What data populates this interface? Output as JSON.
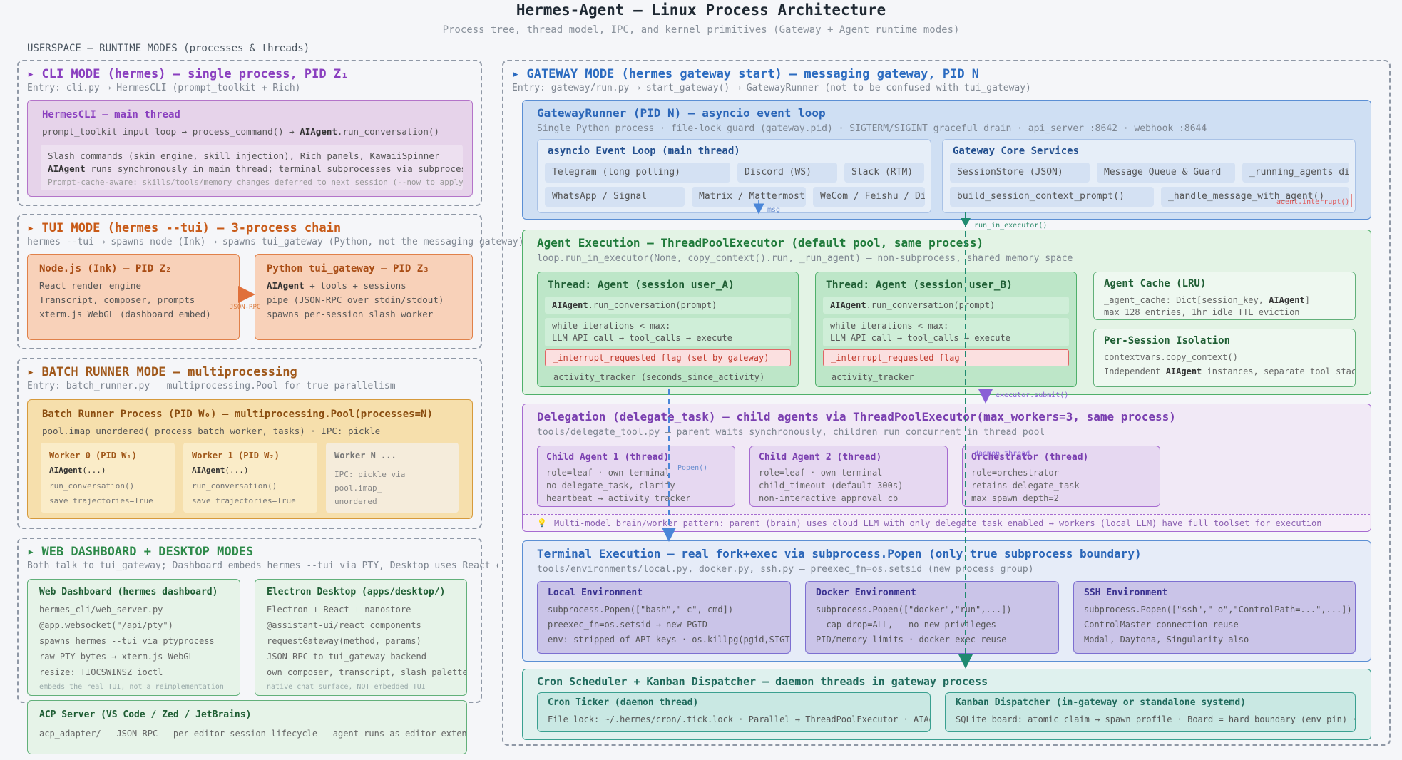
{
  "header": {
    "title": "Hermes-Agent — Linux Process Architecture",
    "subtitle": "Process tree, thread model, IPC, and kernel primitives (Gateway + Agent runtime modes)",
    "userspace": "USERSPACE — RUNTIME MODES (processes & threads)"
  },
  "cli": {
    "title": "▸ CLI MODE (hermes) — single process, PID Z₁",
    "entry": "Entry: cli.py → HermesCLI (prompt_toolkit + Rich)",
    "main_title": "HermesCLI — main thread",
    "main_line_pre": "prompt_toolkit input loop → process_command() → ",
    "main_line_bold": "AIAgent",
    "main_line_post": ".run_conversation()",
    "detail1": "Slash commands (skin engine, skill injection), Rich panels, KawaiiSpinner",
    "detail2_bold": "AIAgent",
    "detail2_post": " runs synchronously in main thread; terminal subprocesses via subprocess.Popen",
    "detail3": "Prompt-cache-aware: skills/tools/memory changes deferred to next session (--now to apply immediately)"
  },
  "tui": {
    "title": "▸ TUI MODE (hermes --tui) — 3-process chain",
    "entry": "hermes --tui → spawns node (Ink) → spawns tui_gateway (Python, not the messaging gateway)",
    "node_title": "Node.js (Ink) — PID Z₂",
    "node_lines": [
      "React render engine",
      "Transcript, composer, prompts",
      "xterm.js WebGL (dashboard embed)"
    ],
    "py_title": "Python tui_gateway — PID Z₃",
    "py_line1_bold": "AIAgent",
    "py_line1_post": " + tools + sessions",
    "py_lines": [
      "pipe (JSON-RPC over stdin/stdout)",
      "spawns per-session slash_worker"
    ],
    "link_label": "JSON-RPC"
  },
  "batch": {
    "title": "▸ BATCH RUNNER MODE — multiprocessing",
    "entry": "Entry: batch_runner.py — multiprocessing.Pool for true parallelism",
    "proc_title": "Batch Runner Process (PID W₀) — multiprocessing.Pool(processes=N)",
    "proc_line": "pool.imap_unordered(_process_batch_worker, tasks) · IPC: pickle",
    "workers": [
      {
        "title": "Worker 0 (PID W₁)",
        "bold": "AIAgent",
        "post": "(...)",
        "lines": [
          "run_conversation()",
          "save_trajectories=True"
        ]
      },
      {
        "title": "Worker 1 (PID W₂)",
        "bold": "AIAgent",
        "post": "(...)",
        "lines": [
          "run_conversation()",
          "save_trajectories=True"
        ]
      }
    ],
    "workerN_title": "Worker N ...",
    "workerN_lines": [
      "IPC: pickle via",
      "pool.imap_",
      "unordered"
    ]
  },
  "web": {
    "title": "▸ WEB DASHBOARD + DESKTOP MODES",
    "entry": "Both talk to tui_gateway; Dashboard embeds hermes --tui via PTY, Desktop uses React components",
    "dash_title": "Web Dashboard (hermes dashboard)",
    "dash_lines": [
      "hermes_cli/web_server.py",
      "@app.websocket(\"/api/pty\")",
      "spawns hermes --tui via ptyprocess",
      "raw PTY bytes → xterm.js WebGL",
      "resize: TIOCSWINSZ ioctl"
    ],
    "dash_note": "embeds the real TUI, not a reimplementation",
    "electron_title": "Electron Desktop (apps/desktop/)",
    "electron_lines": [
      "Electron + React + nanostore",
      "@assistant-ui/react components",
      "requestGateway(method, params)",
      "JSON-RPC to tui_gateway backend",
      "own composer, transcript, slash palette"
    ],
    "electron_note": "native chat surface, NOT embedded TUI"
  },
  "acp": {
    "title": "ACP Server (VS Code / Zed / JetBrains)",
    "line": "acp_adapter/ — JSON-RPC — per-editor session lifecycle — agent runs as editor extension"
  },
  "gateway": {
    "title": "▸ GATEWAY MODE (hermes gateway start) — messaging gateway, PID N",
    "entry": "Entry: gateway/run.py → start_gateway() → GatewayRunner (not to be confused with tui_gateway)",
    "runner_title": "GatewayRunner (PID N) — asyncio event loop",
    "runner_line": "Single Python process · file-lock guard (gateway.pid) · SIGTERM/SIGINT graceful drain · api_server :8642 · webhook :8644",
    "loop_title": "asyncio Event Loop (main thread)",
    "loop_items": [
      "Telegram (long polling)",
      "Discord (WS)",
      "Slack (RTM)",
      "WhatsApp / Signal",
      "Matrix / Mattermost",
      "WeCom / Feishu / DingTalk"
    ],
    "core_title": "Gateway Core Services",
    "core_items": [
      "SessionStore (JSON)",
      "Message Queue & Guard",
      "_running_agents dict",
      "build_session_context_prompt()",
      "_handle_message_with_agent()"
    ],
    "msg_label": "msg",
    "interrupt_label": "agent.interrupt()",
    "executor_label": "run_in_executor()"
  },
  "execution": {
    "title": "Agent Execution — ThreadPoolExecutor (default pool, same process)",
    "sub": "loop.run_in_executor(None, copy_context().run, _run_agent) — non-subprocess, shared memory space",
    "threadA_title": "Thread: Agent (session user_A)",
    "threadA_call_bold": "AIAgent",
    "threadA_call_post": ".run_conversation(prompt)",
    "threadA_loop": [
      "while iterations < max:",
      "LLM API call → tool_calls → execute"
    ],
    "threadA_flag": "_interrupt_requested flag (set by gateway)",
    "threadA_tracker": "activity_tracker (seconds_since_activity)",
    "threadB_title": "Thread: Agent (session user_B)",
    "threadB_call_bold": "AIAgent",
    "threadB_call_post": ".run_conversation(prompt)",
    "threadB_loop": [
      "while iterations < max:",
      "LLM API call → tool_calls → execute"
    ],
    "threadB_flag": "_interrupt_requested flag",
    "threadB_tracker": "activity_tracker",
    "cache_title": "Agent Cache (LRU)",
    "cache_line1_pre": "_agent_cache: Dict[session_key, ",
    "cache_line1_bold": "AIAgent",
    "cache_line1_post": "]",
    "cache_line2": "max 128 entries, 1hr idle TTL eviction",
    "iso_title": "Per-Session Isolation",
    "iso_line1": "contextvars.copy_context()",
    "iso_line2_pre": "Independent ",
    "iso_line2_bold": "AIAgent",
    "iso_line2_post": " instances, separate tool stacks",
    "submit_label": "executor.submit()"
  },
  "delegation": {
    "title": "Delegation (delegate_task) — child agents via ThreadPoolExecutor(max_workers=3, same process)",
    "sub": "tools/delegate_tool.py — parent waits synchronously, children run concurrent in thread pool",
    "child1_title": "Child Agent 1 (thread)",
    "child1_lines": [
      "role=leaf · own terminal",
      "no delegate_task, clarify",
      "heartbeat → activity_tracker"
    ],
    "child2_title": "Child Agent 2 (thread)",
    "child2_lines": [
      "role=leaf · own terminal",
      "child_timeout (default 300s)",
      "non-interactive approval cb"
    ],
    "orch_title": "Orchestrator (thread)",
    "orch_lines": [
      "role=orchestrator",
      "retains delegate_task",
      "max_spawn_depth=2"
    ],
    "daemon_label": "daemon thread",
    "popen_label": "Popen()",
    "note_icon": "💡",
    "note": "Multi-model brain/worker pattern: parent (brain) uses cloud LLM with only delegate_task enabled → workers (local LLM) have full toolset for execution"
  },
  "terminal": {
    "title": "Terminal Execution — real fork+exec via subprocess.Popen (only true subprocess boundary)",
    "sub": "tools/environments/local.py, docker.py, ssh.py — preexec_fn=os.setsid (new process group)",
    "local_title": "Local Environment",
    "local_lines": [
      "subprocess.Popen([\"bash\",\"-c\", cmd])",
      "preexec_fn=os.setsid → new PGID",
      "env: stripped of API keys · os.killpg(pgid,SIGTERM)"
    ],
    "docker_title": "Docker Environment",
    "docker_lines": [
      "subprocess.Popen([\"docker\",\"run\",...])",
      "--cap-drop=ALL, --no-new-privileges",
      "PID/memory limits · docker exec reuse"
    ],
    "ssh_title": "SSH Environment",
    "ssh_lines": [
      "subprocess.Popen([\"ssh\",\"-o\",\"ControlPath=...\",...])",
      "ControlMaster connection reuse",
      "Modal, Daytona, Singularity also"
    ]
  },
  "cron": {
    "title": "Cron Scheduler + Kanban Dispatcher — daemon threads in gateway process",
    "ticker_title": "Cron Ticker (daemon thread)",
    "ticker_line": "File lock: ~/.hermes/cron/.tick.lock · Parallel → ThreadPoolExecutor · AIAgent",
    "kanban_title": "Kanban Dispatcher (in-gateway or standalone systemd)",
    "kanban_line": "SQLite board: atomic claim → spawn profile · Board = hard boundary (env pin) · fail"
  }
}
